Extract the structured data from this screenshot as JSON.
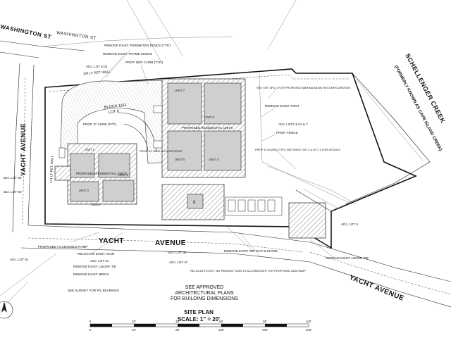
{
  "streets": {
    "washington_upper": "WASHINGTON ST",
    "washington_lower": "WASHINGTON ST",
    "yacht_avenue_vertical": "YACHT AVENUE",
    "yacht_avenue_south_1": "YACHT",
    "yacht_avenue_south_2": "AVENUE",
    "yacht_avenue_southeast": "YACHT AVENUE"
  },
  "creek": {
    "name": "SCHELLENGER CREEK",
    "former_name": "(FORMERLY KNOWN AS CAPE ISLAND CREEK)"
  },
  "building_labels": {
    "block": "BLOCK 1161",
    "lot": "LOT 6",
    "residential_left": "PROPOSED RESIDENTIAL UNITS",
    "residential_right": "PROPOSED RESIDENTIAL UNITS",
    "access_drive": "PROP. 24' WIDE ACCESS DRIVE",
    "curb": "PROP. 8\" CURB (TYP.)",
    "unit_1": "UNIT 1",
    "unit_2": "UNIT 2",
    "unit_3": "UNIT 3",
    "unit_4": "UNIT 4",
    "unit_5": "UNIT 5",
    "unit_6": "UNIT 6",
    "unit_7": "UNIT 7",
    "unit_8": "8",
    "deck": "DECK"
  },
  "callouts": {
    "remove_fence": "REMOVE EXIST. PERIMETER FENCE (TYP.)",
    "remove_frame_sheds": "REMOVE EXIST. FRAME SHEDS",
    "prop_dep_curb": "PROP. DEP. CURB (TYP.)",
    "ret_wall": "184 LF RET. WALL",
    "marina_basin": "SEE SHT. #PD-1 FOR PROPOSED MARINA BASIN RECONFIGURATION",
    "remove_post": "REMOVE EXIST. POST",
    "adj_lots_right": "ADJ. LOTS 6.01 & 7",
    "prop_fence": "PROP. FENCE",
    "ej_guard": "PROP. E-GUARD (TYP.) SEE SHEET DP-2 & DCT-1 FOR DETAILS",
    "proposed_ramp": "PROPOSED ACCESSIBLE RAMP",
    "relocate_sign": "RELOCATE EXIST. SIGN",
    "remove_ldscp_tie": "REMOVE EXIST. LNDSP. TIE",
    "remove_brick": "REMOVE EXIST. BRICK",
    "relocate_no_park": "RELOCATE EXIST. 'NO PARKING' SIGN TO ACCOMODATE FOR PROPOSED ADA RAMP",
    "remove_rip_rap": "REMOVE EXIST. RIP RAP & STONE",
    "remove_ldscp_tie_right": "REMOVE EXIST. LNDSP. TIE",
    "ret_wall_left": "171 LF RET. WALL",
    "see_survey": "SEE SURVEY FOR P/L BEARINGS"
  },
  "adjacent_lots": {
    "adj_lot_62": "ADJ. LOT 6.02",
    "adj_lot_59": "ADJ. LOT 59",
    "adj_lot_60": "ADJ. LOT 60",
    "adj_lot_61": "ADJ. LOT 51",
    "adj_lot_61b": "ADJ. LOT 61",
    "adj_lot_46": "ADJ. LOT 46",
    "adj_lot_47": "ADJ. LOT 47",
    "adj_lot_5": "ADJ. LOT 5"
  },
  "note": {
    "line1": "SEE APPROVED",
    "line2": "ARCHITECTURAL PLANS",
    "line3": "FOR BUILDING DIMENSIONS"
  },
  "title_block": {
    "title": "SITE PLAN",
    "scale": "SCALE: 1\" = 20'"
  },
  "scale_bar": {
    "top_ticks": [
      "0",
      "20'",
      "40'",
      "60'",
      "80'",
      "100'"
    ],
    "bottom_ticks": [
      "0'",
      "40'",
      "80'",
      "120'",
      "160'",
      "200'"
    ]
  },
  "colors": {
    "line": "#222222",
    "hatch": "#9a9a9a",
    "unit_fill": "#cfcfcf",
    "background": "#ffffff"
  }
}
